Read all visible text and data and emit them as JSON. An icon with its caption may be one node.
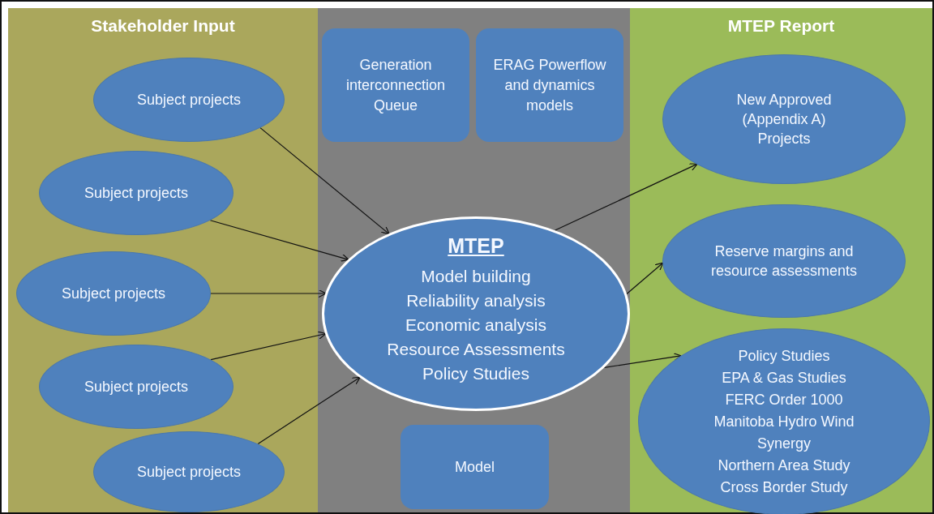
{
  "diagram": {
    "nodes": [
      {
        "text": [
          "Stakeholder Input"
        ]
      },
      {
        "text": [],
        "shape": "band"
      },
      {
        "text": [
          "MTEP Report"
        ]
      },
      {
        "text": [
          "Subject projects"
        ],
        "in": 0
      },
      {
        "text": [
          "Subject projects"
        ],
        "in": 0
      },
      {
        "text": [
          "Subject projects"
        ],
        "in": 0
      },
      {
        "text": [
          "Subject projects"
        ],
        "in": 0
      },
      {
        "text": [
          "Subject projects"
        ],
        "in": 0
      },
      {
        "text": [
          "Generation interconnection Queue"
        ],
        "in": 1
      },
      {
        "text": [
          "ERAG Powerflow and dynamics models"
        ],
        "in": 1
      },
      {
        "text": [
          "MTEP",
          "Model building",
          "Reliability analysis",
          "Economic analysis",
          "Resource Assessments",
          "Policy Studies"
        ],
        "in": 1
      },
      {
        "text": [
          "Model"
        ],
        "in": 1
      },
      {
        "text": [
          "New Approved (Appendix A) Projects"
        ],
        "in": 2
      },
      {
        "text": [
          "Reserve margins and resource assessments"
        ],
        "in": 2
      },
      {
        "text": [
          "Policy Studies",
          "EPA & Gas Studies",
          "FERC Order 1000",
          "Manitoba Hydro Wind Synergy",
          "Northern Area Study",
          "Cross Border Study"
        ],
        "in": 2
      }
    ],
    "edges": [
      {
        "from": 3,
        "to": 10,
        "arrow": "to"
      },
      {
        "from": 4,
        "to": 10,
        "arrow": "to"
      },
      {
        "from": 5,
        "to": 10,
        "arrow": "to"
      },
      {
        "from": 6,
        "to": 10,
        "arrow": "to"
      },
      {
        "from": 7,
        "to": 10,
        "arrow": "to"
      },
      {
        "from": 10,
        "to": 12,
        "arrow": "to"
      },
      {
        "from": 10,
        "to": 13,
        "arrow": "to"
      },
      {
        "from": 10,
        "to": 14,
        "arrow": "to"
      }
    ]
  }
}
